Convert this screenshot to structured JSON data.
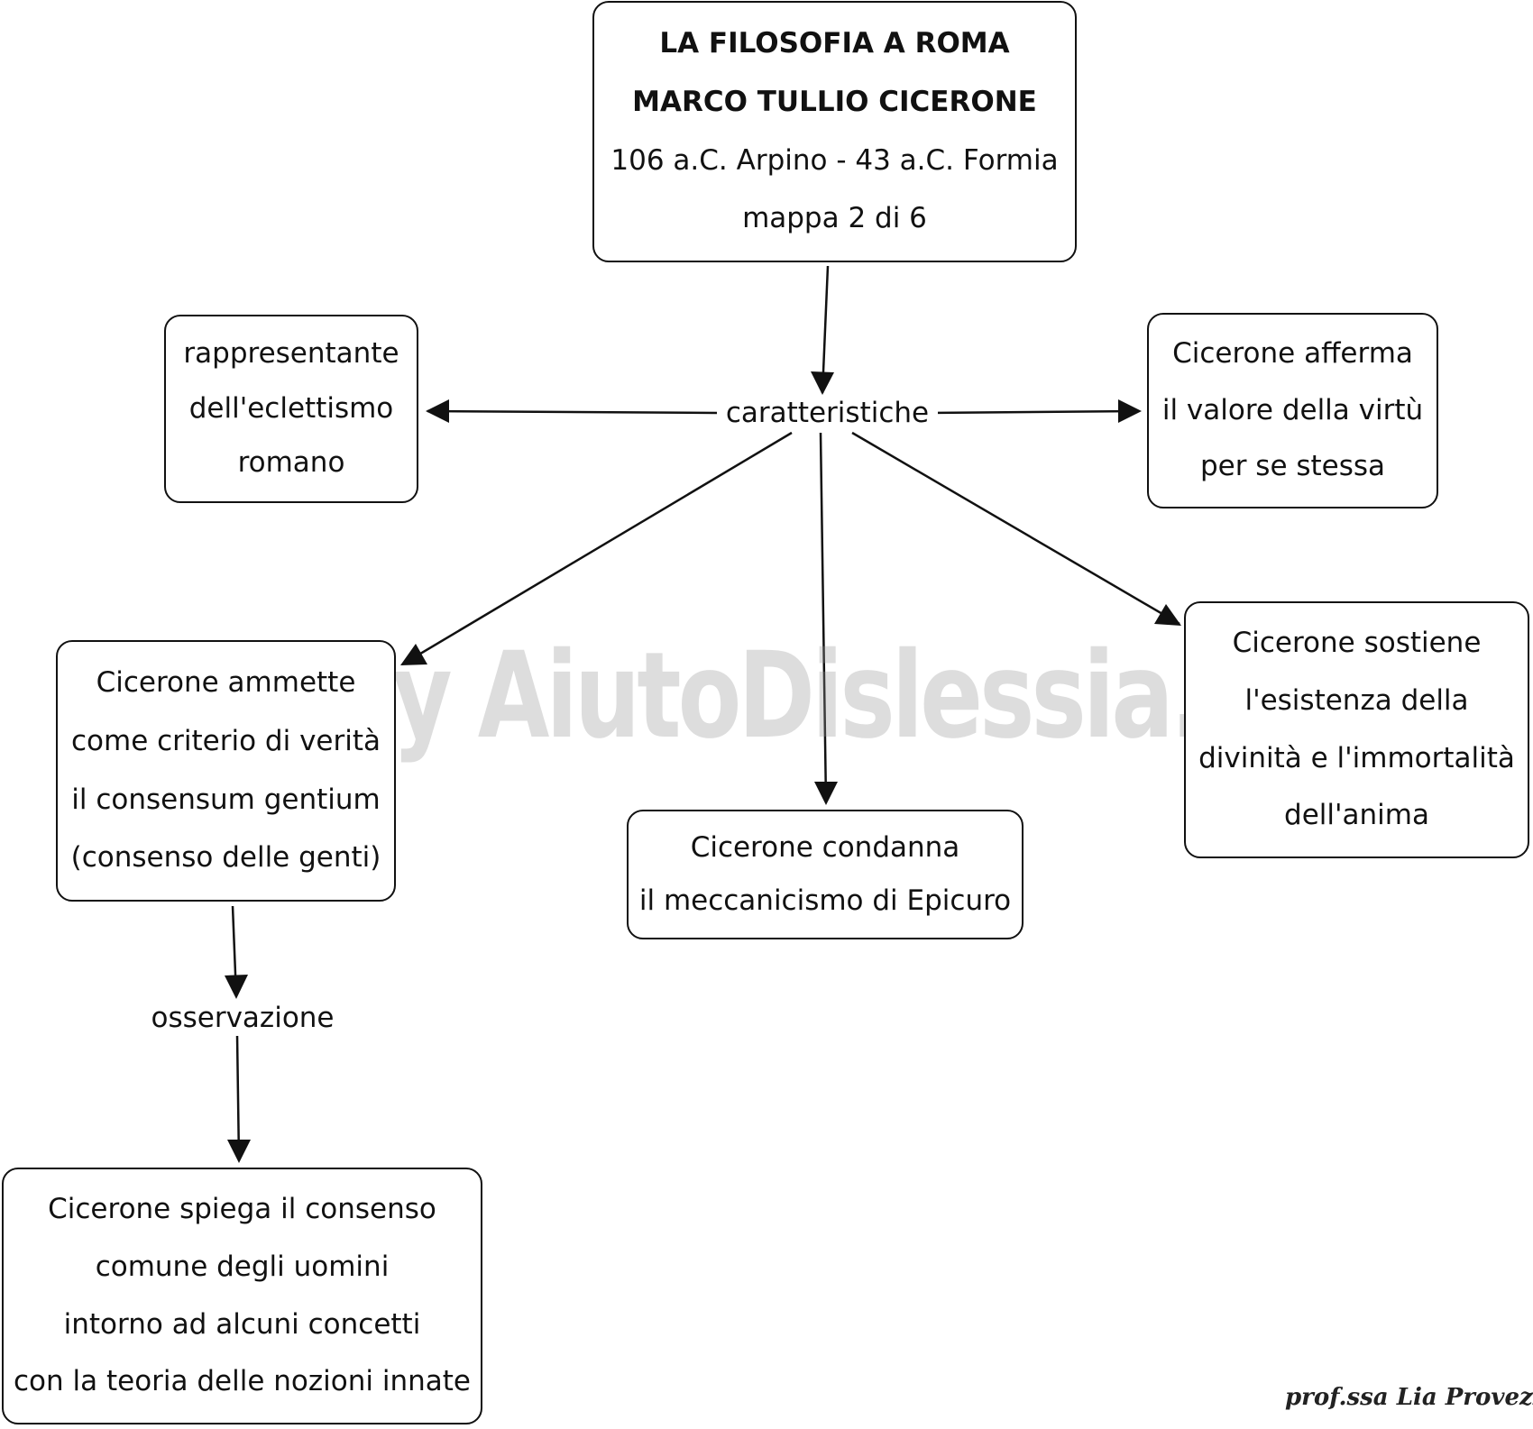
{
  "title_box": {
    "line1": "LA FILOSOFIA A ROMA",
    "line2": "MARCO TULLIO CICERONE",
    "line3": "106 a.C. Arpino - 43 a.C. Formia",
    "line4": "mappa 2 di 6"
  },
  "hub_label": "caratteristiche",
  "nodes": {
    "eclettismo": [
      "rappresentante",
      "dell'eclettismo",
      "romano"
    ],
    "virtu": [
      "Cicerone afferma",
      "il valore della virtù",
      "per se stessa"
    ],
    "consensum": [
      "Cicerone ammette",
      "come criterio di verità",
      "il consensum gentium",
      "(consenso delle genti)"
    ],
    "epicuro": [
      "Cicerone condanna",
      "il meccanicismo di Epicuro"
    ],
    "divinita": [
      "Cicerone sostiene",
      "l'esistenza della",
      "divinità e l'immortalità",
      "dell'anima"
    ],
    "nozioni": [
      "Cicerone spiega il consenso",
      "comune degli uomini",
      "intorno ad alcuni concetti",
      "con la teoria delle nozioni innate"
    ]
  },
  "link_label": "osservazione",
  "watermark": "By AiutoDislessia.net",
  "signature": "prof.ssa Lia Provezza"
}
